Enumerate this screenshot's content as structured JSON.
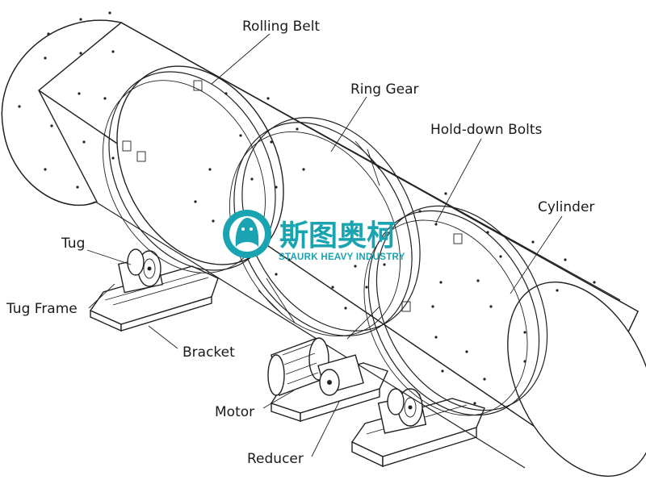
{
  "labels": {
    "rolling_belt": "Rolling Belt",
    "ring_gear": "Ring Gear",
    "hold_down_bolts": "Hold-down Bolts",
    "cylinder": "Cylinder",
    "tug": "Tug",
    "tug_frame": "Tug Frame",
    "bracket": "Bracket",
    "motor": "Motor",
    "reducer": "Reducer"
  },
  "watermark": {
    "chinese": "斯图奥柯",
    "english": "STAURK HEAVY INDUSTRY",
    "color": "#1aa3b0"
  }
}
